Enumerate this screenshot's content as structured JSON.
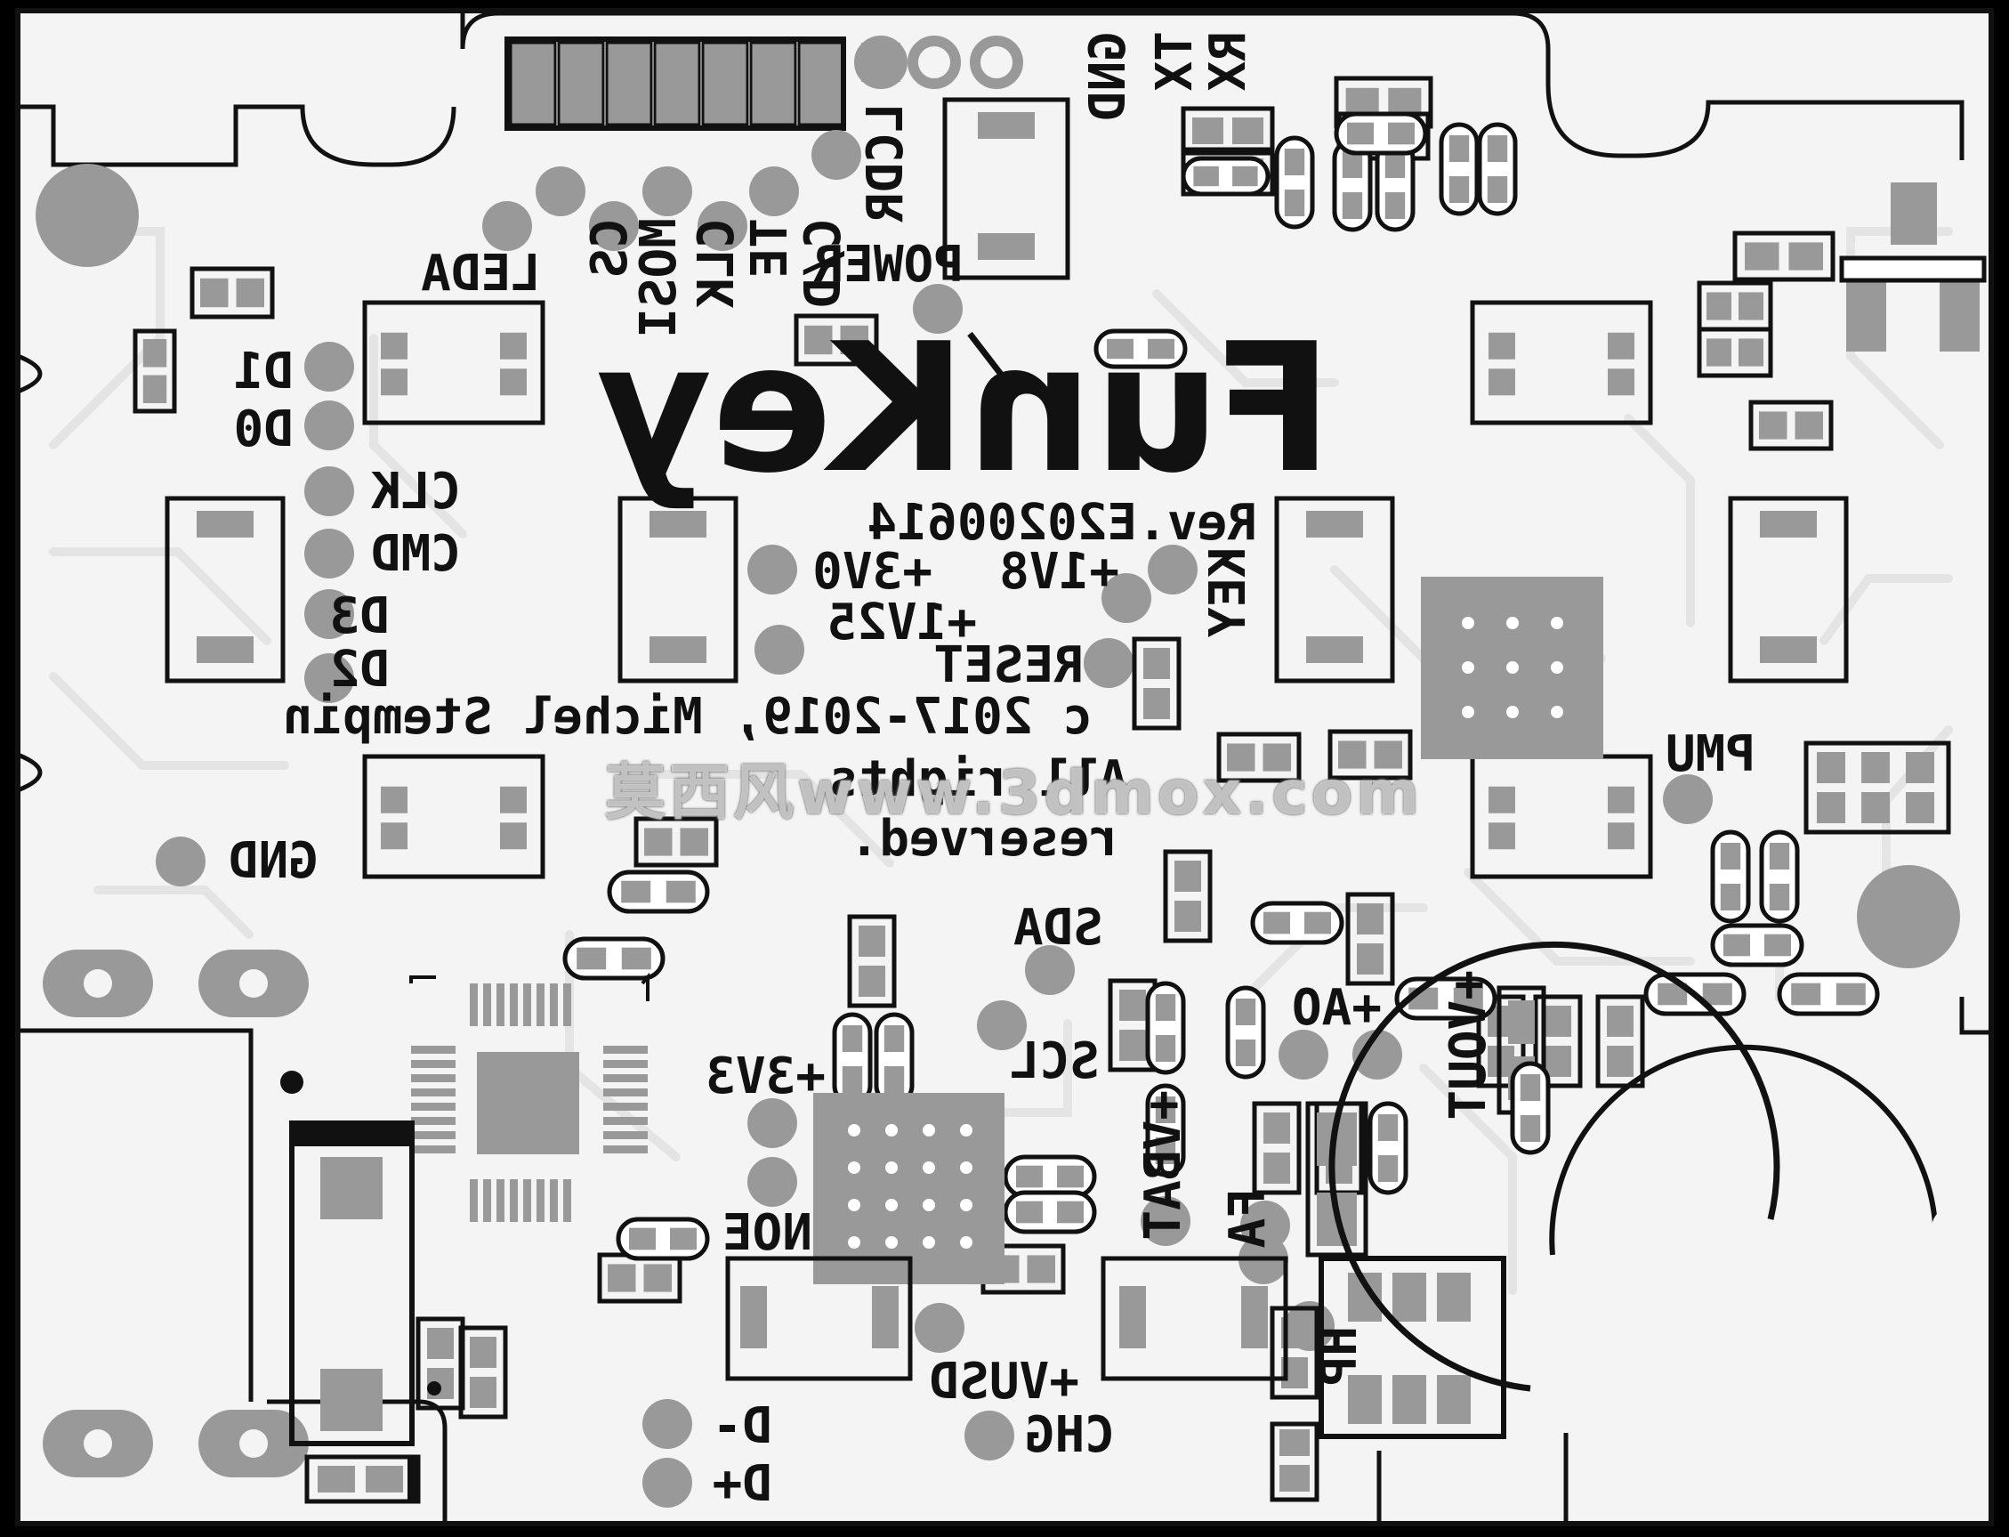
{
  "board": {
    "colors": {
      "board": "#f4f4f4",
      "outline": "#111111",
      "pad": "#999999",
      "trace": "#e6e6e6",
      "ink": "#111111"
    }
  },
  "logo": "FunKey",
  "labels": {
    "d1": "D1",
    "d0": "D0",
    "clk": "CLK",
    "cmd": "CMD",
    "d3": "D3",
    "d2": "D2",
    "ledA": "LEDA",
    "cs": "CS",
    "miso": "MOSI",
    "clk2": "CLK",
    "te": "TE",
    "cd": "C/D",
    "lcdr": "LCDR",
    "power": "POWER",
    "gnd_top": "GND",
    "tx": "TX",
    "rx": "RX",
    "rev": "Rev.E20200614",
    "v30": "+3V0",
    "v18": "+1V8",
    "v125": "+1V25",
    "reset": "RESET",
    "key": "KEY",
    "copyright": "c 2017-2019, Michel Stempin",
    "rights": "All rights",
    "reserved": "reserved.",
    "pmu": "PMU",
    "gnd_left": "GND",
    "sda": "SDA",
    "scl": "SCL",
    "v33": "+3V3",
    "ao": "+AO",
    "vout": "+VOUT",
    "vbat": "+VBAT",
    "fa": "FA",
    "hp": "HP",
    "noe": "NOE",
    "vusb": "+VUSD",
    "chg": "CHG",
    "dminus": "D-",
    "dplus": "D+"
  },
  "watermark": "莫西风www.3dmox.com"
}
